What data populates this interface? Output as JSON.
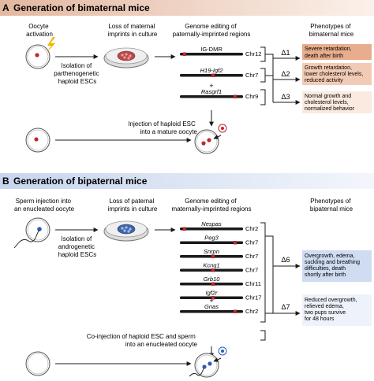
{
  "panel_a": {
    "letter": "A",
    "title": "Generation of bimaternal mice",
    "header_color": "#e3b7a0",
    "oocyte_activation": [
      "Oocyte",
      "activation"
    ],
    "isolation": [
      "Isolation of",
      "parthenogenetic",
      "haploid ESCs"
    ],
    "loss_imprints": [
      "Loss of maternal",
      "imprints in culture"
    ],
    "genome_editing": [
      "Genome editing of",
      "paternally-imprinted regions"
    ],
    "phenotypes": [
      "Phenotypes of",
      "bimaternal mice"
    ],
    "chromosomes": [
      {
        "label": "IG-DMR",
        "italic": false,
        "chr": "Chr12"
      },
      {
        "label": "H19-Igf2",
        "italic": true,
        "chr": "Chr7"
      },
      {
        "label": "Rasgrf1",
        "italic": true,
        "chr": "Chr9"
      }
    ],
    "plus": "+",
    "deltas": [
      "Δ1",
      "Δ2",
      "Δ3"
    ],
    "outcomes": [
      {
        "lines": [
          "Severe retardation,",
          "death after birth"
        ],
        "color": "#e8ad8c"
      },
      {
        "lines": [
          "Growth retardation,",
          "lower cholesterol levels,",
          "reduced activity"
        ],
        "color": "#f2cbb5"
      },
      {
        "lines": [
          "Normal growth and",
          "cholesterol levels,",
          "normalized behavior"
        ],
        "color": "#faeae0"
      }
    ],
    "injection": [
      "Injection of haploid ESC",
      "into a mature oocyte"
    ]
  },
  "panel_b": {
    "letter": "B",
    "title": "Generation of bipaternal mice",
    "header_color": "#cdd9ee",
    "sperm_injection": [
      "Sperm injection into",
      "an enucleated oocyte"
    ],
    "isolation": [
      "Isolation of",
      "androgenetic",
      "haploid ESCs"
    ],
    "loss_imprints": [
      "Loss of paternal",
      "imprints in culture"
    ],
    "genome_editing": [
      "Genome editing of",
      "maternally-imprinted regions"
    ],
    "phenotypes": [
      "Phenotypes of",
      "bipaternal mice"
    ],
    "chromosomes": [
      {
        "label": "Nespas",
        "italic": true,
        "chr": "Chr2"
      },
      {
        "label": "Peg3",
        "italic": true,
        "chr": "Chr7"
      },
      {
        "label": "Snrpn",
        "italic": true,
        "chr": "Chr7"
      },
      {
        "label": "Kcnq1",
        "italic": true,
        "chr": "Chr7"
      },
      {
        "label": "Grb10",
        "italic": true,
        "chr": "Chr11"
      },
      {
        "label": "Igf2r",
        "italic": true,
        "chr": "Chr17"
      },
      {
        "label": "Gnas",
        "italic": true,
        "chr": "Chr2"
      }
    ],
    "plus": "+",
    "deltas": [
      "Δ6",
      "Δ7"
    ],
    "outcomes": [
      {
        "lines": [
          "Overgrowth, edema,",
          "suckling and breathing",
          "difficulties, death",
          "shortly after birth"
        ],
        "color": "#cfdcf1"
      },
      {
        "lines": [
          "Reduced overgrowth,",
          "relieved edema,",
          "two pups survive",
          "for 48 hours"
        ],
        "color": "#eef2fa"
      }
    ],
    "coinjection": [
      "Co-injection of haploid ESC and sperm",
      "into an enucleated oocyte"
    ]
  },
  "colors": {
    "maternal_red": "#c0282d",
    "paternal_blue": "#2e5fb4",
    "lightning": "#f2b300",
    "chromosome": "#1a1a1a"
  }
}
